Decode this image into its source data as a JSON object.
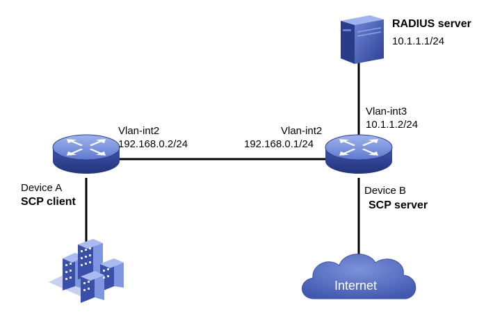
{
  "colors": {
    "link": "#000000",
    "device_blue": "#3a4fa8",
    "device_light": "#7e97e0",
    "cloud": "#5a72c4",
    "text": "#000000"
  },
  "links": {
    "a_b": {
      "left_interface": "Vlan-int2",
      "left_ip": "192.168.0.2/24",
      "right_interface": "Vlan-int2",
      "right_ip": "192.168.0.1/24"
    },
    "b_radius": {
      "interface": "Vlan-int3",
      "ip": "10.1.1.2/24"
    }
  },
  "devices": {
    "device_a": {
      "name": "Device A",
      "role": "SCP client",
      "icon": "router-icon"
    },
    "device_b": {
      "name": "Device B",
      "role": "SCP server",
      "icon": "router-icon"
    },
    "radius": {
      "name": "RADIUS server",
      "ip": "10.1.1.1/24",
      "icon": "server-icon"
    },
    "internet": {
      "name": "Internet",
      "icon": "cloud-icon"
    },
    "buildings": {
      "icon": "buildings-icon"
    }
  }
}
